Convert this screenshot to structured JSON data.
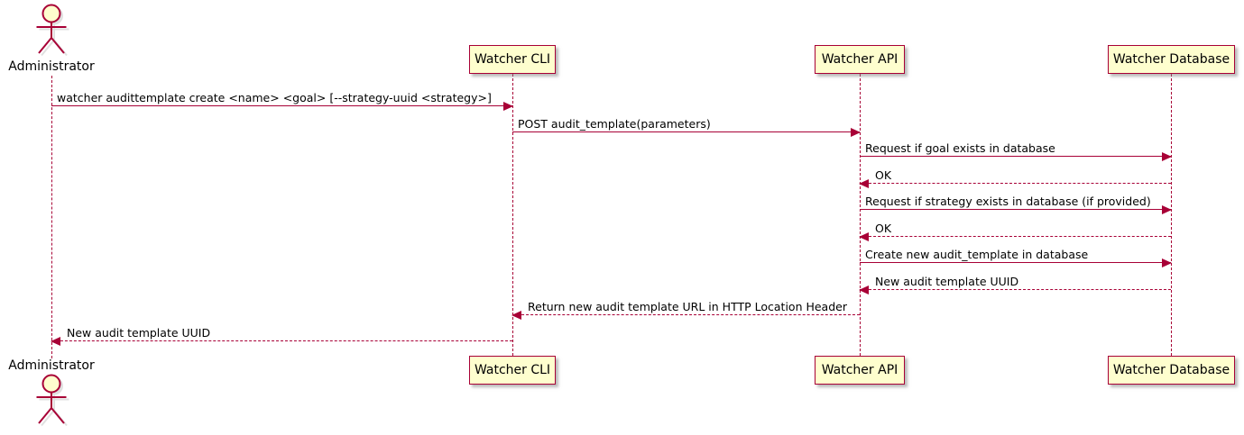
{
  "diagram": {
    "type": "uml-sequence-diagram",
    "actor": {
      "label": "Administrator"
    },
    "participants": [
      {
        "label": "Watcher CLI"
      },
      {
        "label": "Watcher API"
      },
      {
        "label": "Watcher Database"
      }
    ],
    "messages": [
      {
        "text": "watcher audittemplate create <name> <goal> [--strategy-uuid <strategy>]",
        "from": "Administrator",
        "to": "Watcher CLI",
        "line": "solid",
        "direction": "right"
      },
      {
        "text": "POST audit_template(parameters)",
        "from": "Watcher CLI",
        "to": "Watcher API",
        "line": "solid",
        "direction": "right"
      },
      {
        "text": "Request if goal exists in database",
        "from": "Watcher API",
        "to": "Watcher Database",
        "line": "solid",
        "direction": "right"
      },
      {
        "text": "OK",
        "from": "Watcher Database",
        "to": "Watcher API",
        "line": "dashed",
        "direction": "left"
      },
      {
        "text": "Request if strategy exists in database (if provided)",
        "from": "Watcher API",
        "to": "Watcher Database",
        "line": "solid",
        "direction": "right"
      },
      {
        "text": "OK",
        "from": "Watcher Database",
        "to": "Watcher API",
        "line": "dashed",
        "direction": "left"
      },
      {
        "text": "Create new audit_template in database",
        "from": "Watcher API",
        "to": "Watcher Database",
        "line": "solid",
        "direction": "right"
      },
      {
        "text": "New audit template UUID",
        "from": "Watcher Database",
        "to": "Watcher API",
        "line": "dashed",
        "direction": "left"
      },
      {
        "text": "Return new audit template URL in HTTP Location Header",
        "from": "Watcher API",
        "to": "Watcher CLI",
        "line": "dashed",
        "direction": "left"
      },
      {
        "text": "New audit template UUID",
        "from": "Watcher CLI",
        "to": "Administrator",
        "line": "dashed",
        "direction": "left"
      }
    ],
    "colors": {
      "line": "#A80036",
      "fill": "#FEFECE",
      "text": "#000000",
      "bg": "#FFFFFF",
      "shadow": "#C8C8C8"
    }
  }
}
